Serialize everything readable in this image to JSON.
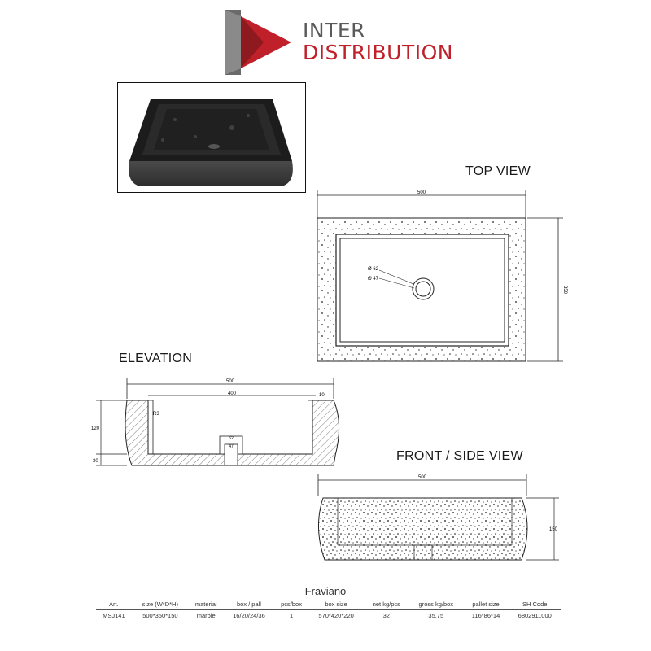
{
  "brand": {
    "line1": "INTER",
    "line2": "DISTRIBUTION"
  },
  "colors": {
    "brand_red": "#c0202a",
    "brand_gray": "#5a5a5a",
    "stone": "#3f3f3f"
  },
  "views": {
    "top": "TOP VIEW",
    "elevation": "ELEVATION",
    "front": "FRONT / SIDE VIEW"
  },
  "dims": {
    "top_width": "500",
    "top_depth": "350",
    "top_drain_outer": "Ø 62",
    "top_drain_inner": "Ø 47",
    "elev_width": "500",
    "elev_inner": "400",
    "elev_rim": "10",
    "elev_radius": "R3",
    "elev_height": "120",
    "elev_base": "30",
    "elev_drain_outer": "62",
    "elev_drain_inner": "47",
    "front_width": "500",
    "front_height": "150"
  },
  "product_name": "Fraviano",
  "spec_table": {
    "headers": [
      "Art.",
      "size (W*D*H)",
      "material",
      "box / pall",
      "pcs/box",
      "box size",
      "net kg/pcs",
      "gross kg/box",
      "pallet size",
      "SH Code"
    ],
    "rows": [
      [
        "MSJ141",
        "500*350*150",
        "marble",
        "16/20/24/36",
        "1",
        "570*420*220",
        "32",
        "35.75",
        "116*86*14",
        "6802911000"
      ]
    ]
  }
}
